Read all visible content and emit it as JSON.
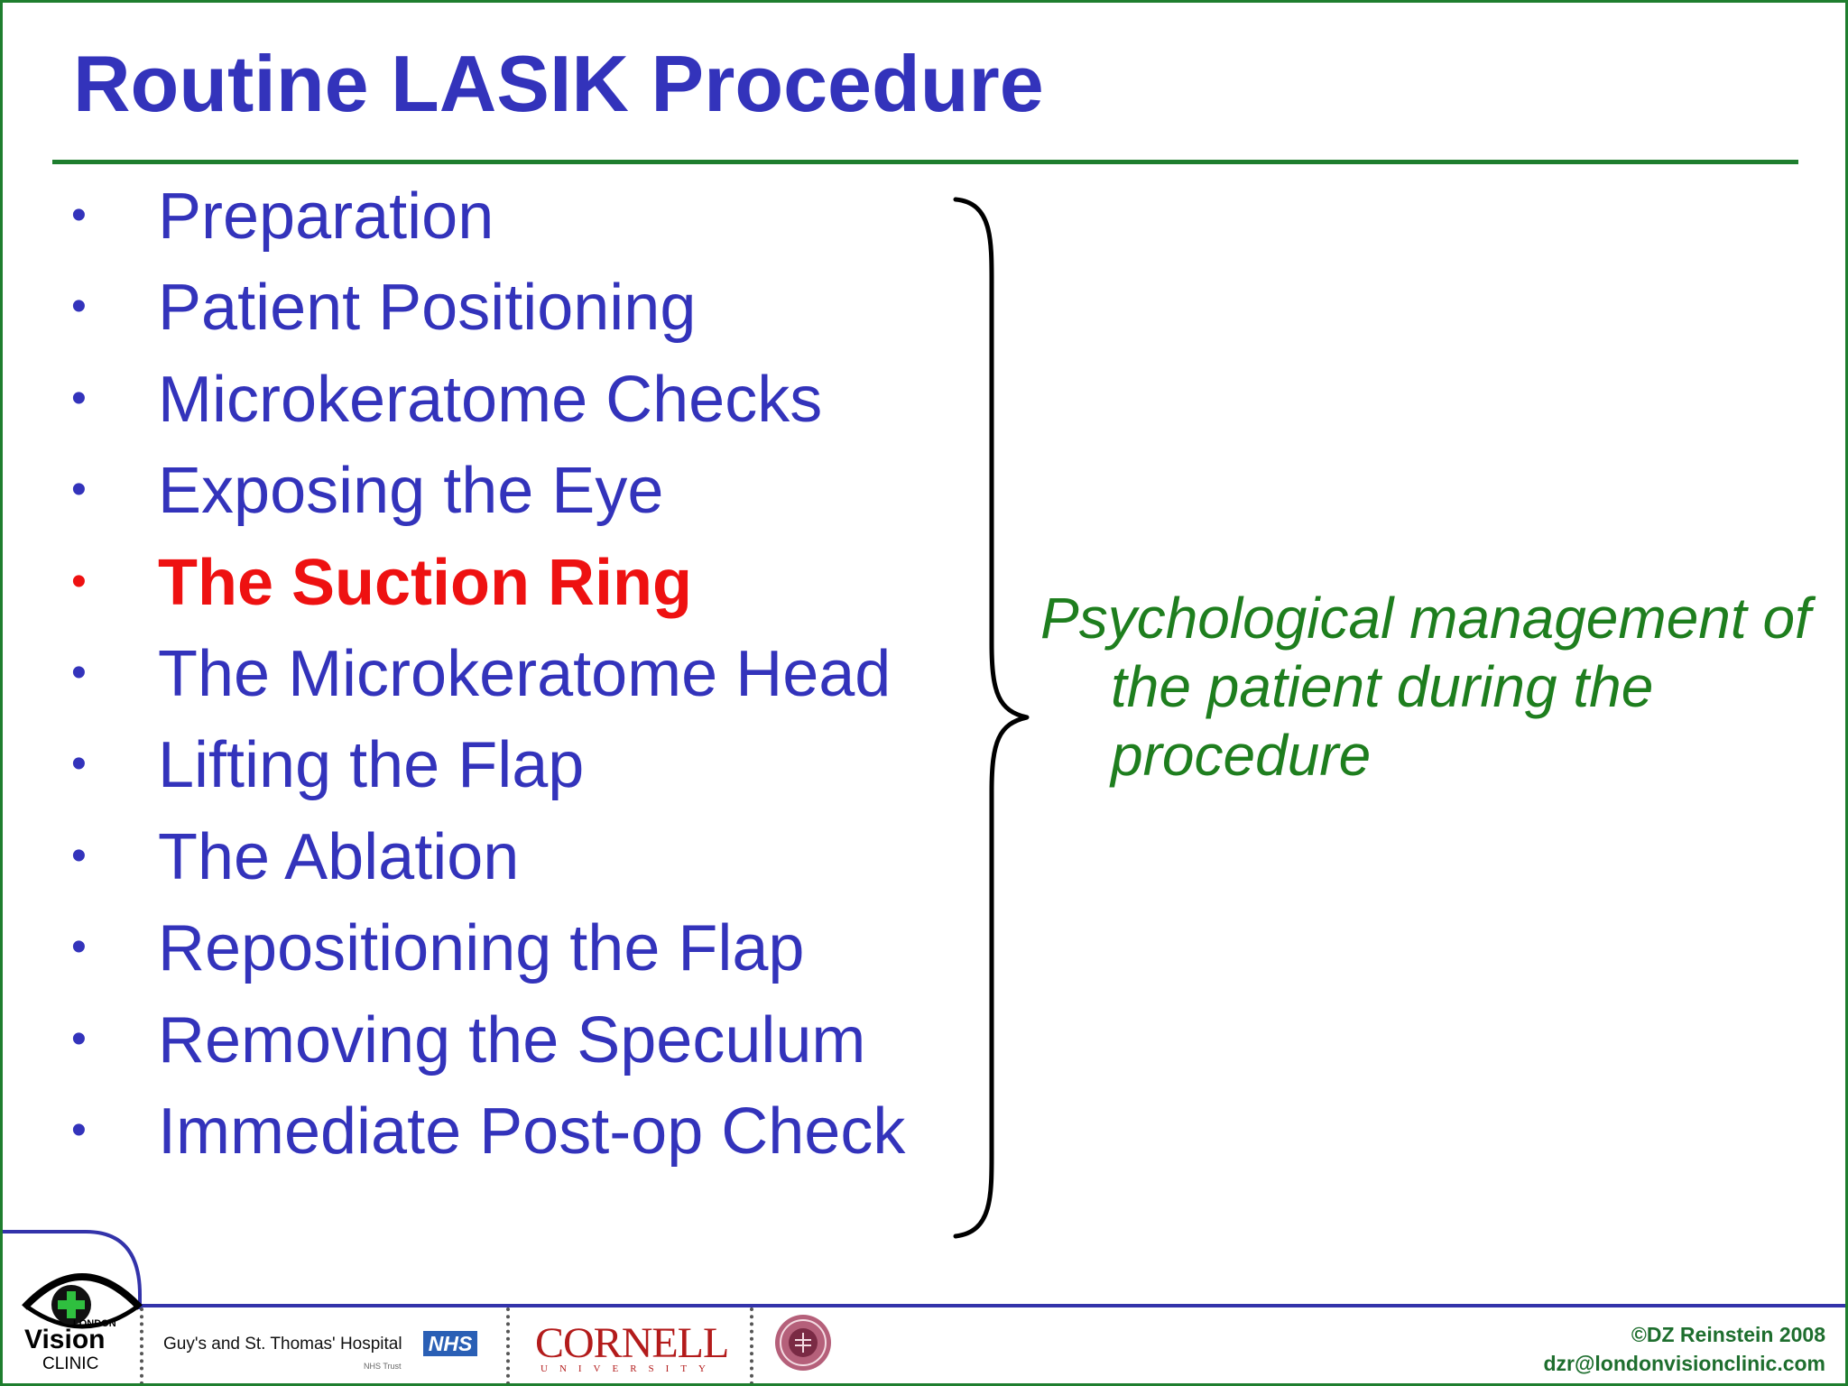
{
  "slide": {
    "title": "Routine LASIK Procedure",
    "bullet_symbol": "•",
    "items": [
      {
        "label": "Preparation",
        "highlighted": false
      },
      {
        "label": "Patient Positioning",
        "highlighted": false
      },
      {
        "label": "Microkeratome Checks",
        "highlighted": false
      },
      {
        "label": "Exposing the Eye",
        "highlighted": false
      },
      {
        "label": "The Suction Ring",
        "highlighted": true
      },
      {
        "label": "The Microkeratome Head",
        "highlighted": false
      },
      {
        "label": "Lifting the Flap",
        "highlighted": false
      },
      {
        "label": "The Ablation",
        "highlighted": false
      },
      {
        "label": "Repositioning the Flap",
        "highlighted": false
      },
      {
        "label": "Removing the Speculum",
        "highlighted": false
      },
      {
        "label": "Immediate Post-op Check",
        "highlighted": false
      }
    ],
    "note": "Psychological management of the patient during the procedure"
  },
  "footer": {
    "vision_clinic": {
      "london": "LONDON",
      "vision": "Vision",
      "clinic": "CLINIC"
    },
    "guys": {
      "name": "Guy's and St. Thomas' Hospital",
      "nhs": "NHS",
      "trust": "NHS Trust"
    },
    "cornell": {
      "name": "CORNELL",
      "sub": "UNIVERSITY"
    },
    "copyright": "©DZ Reinstein 2008",
    "email": "dzr@londonvisionclinic.com"
  },
  "colors": {
    "title": "#3333bb",
    "bullet_text": "#3333bb",
    "highlight": "#ee1111",
    "note": "#1e7e1e",
    "frame": "#1e7e2e",
    "footer_line": "#3333aa"
  }
}
